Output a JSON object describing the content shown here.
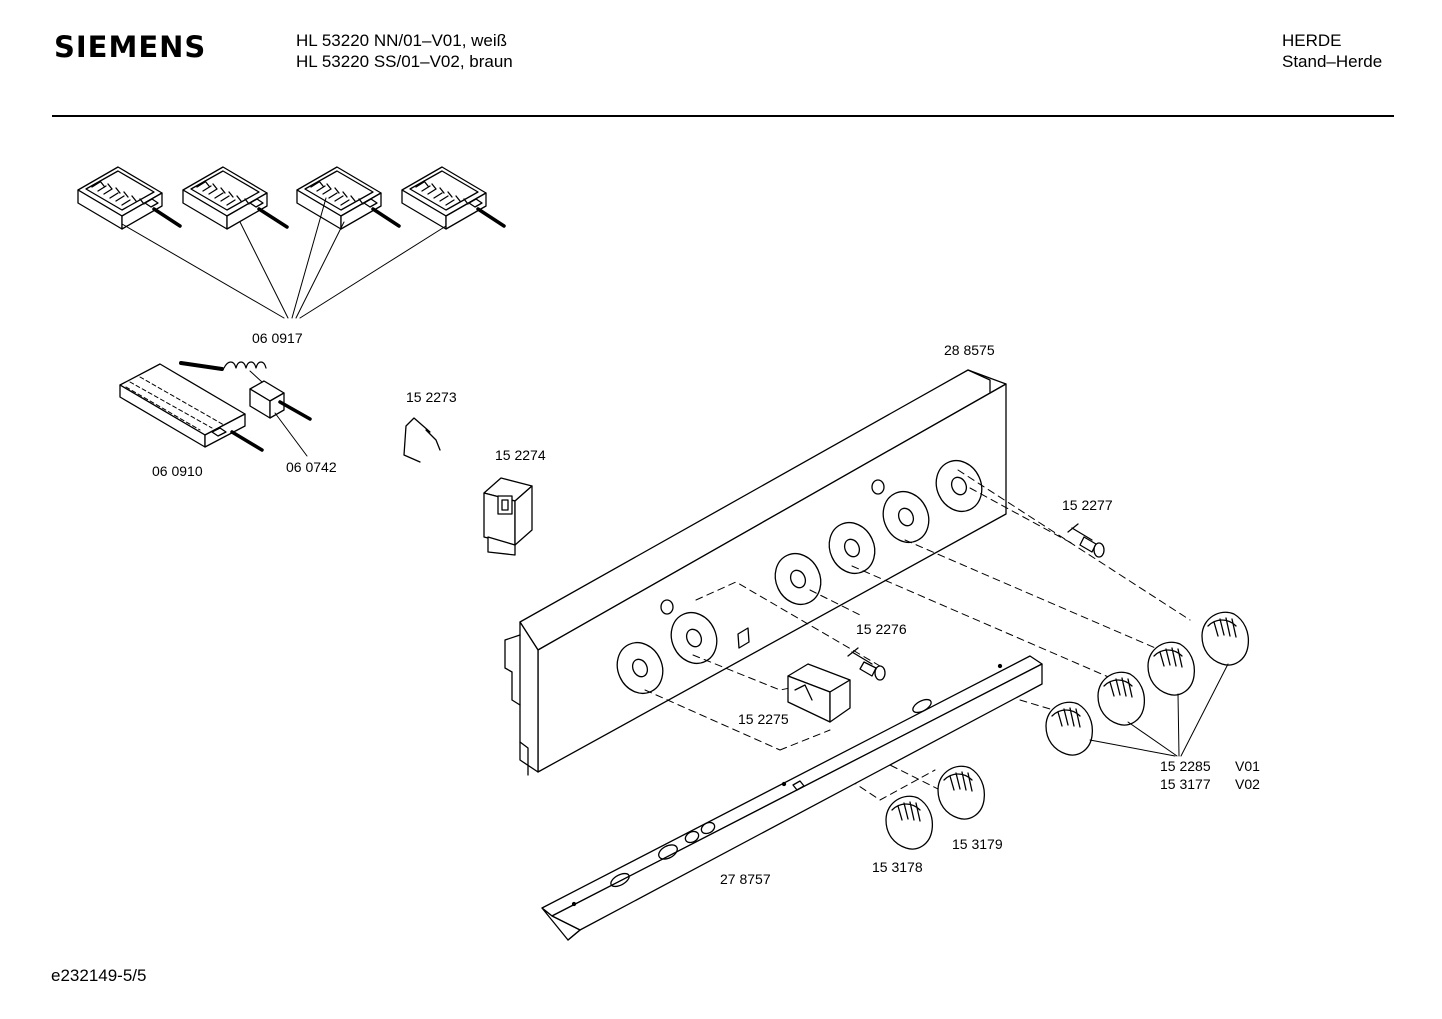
{
  "header": {
    "brand": "SIEMENS",
    "models": [
      "HL 53220 NN/01–V01, weiß",
      "HL 53220 SS/01–V02, braun"
    ],
    "category": [
      "HERDE",
      "Stand–Herde"
    ]
  },
  "parts": {
    "p060917": "06 0917",
    "p060910": "06 0910",
    "p060742": "06 0742",
    "p152273": "15 2273",
    "p152274": "15 2274",
    "p288575": "28 8575",
    "p152277": "15 2277",
    "p152276": "15 2276",
    "p152275": "15 2275",
    "p152285": "15 2285",
    "v01": "V01",
    "p153177": "15 3177",
    "v02": "V02",
    "p153179": "15 3179",
    "p153178": "15 3178",
    "p278757": "27 8757"
  },
  "footer": {
    "reference": "e232149-5/5"
  }
}
